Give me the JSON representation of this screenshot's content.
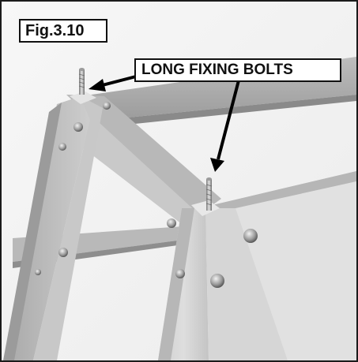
{
  "figure": {
    "label": "Fig.3.10",
    "callout": "LONG FIXING BOLTS",
    "subject": "metal-stand-corner-photo"
  }
}
